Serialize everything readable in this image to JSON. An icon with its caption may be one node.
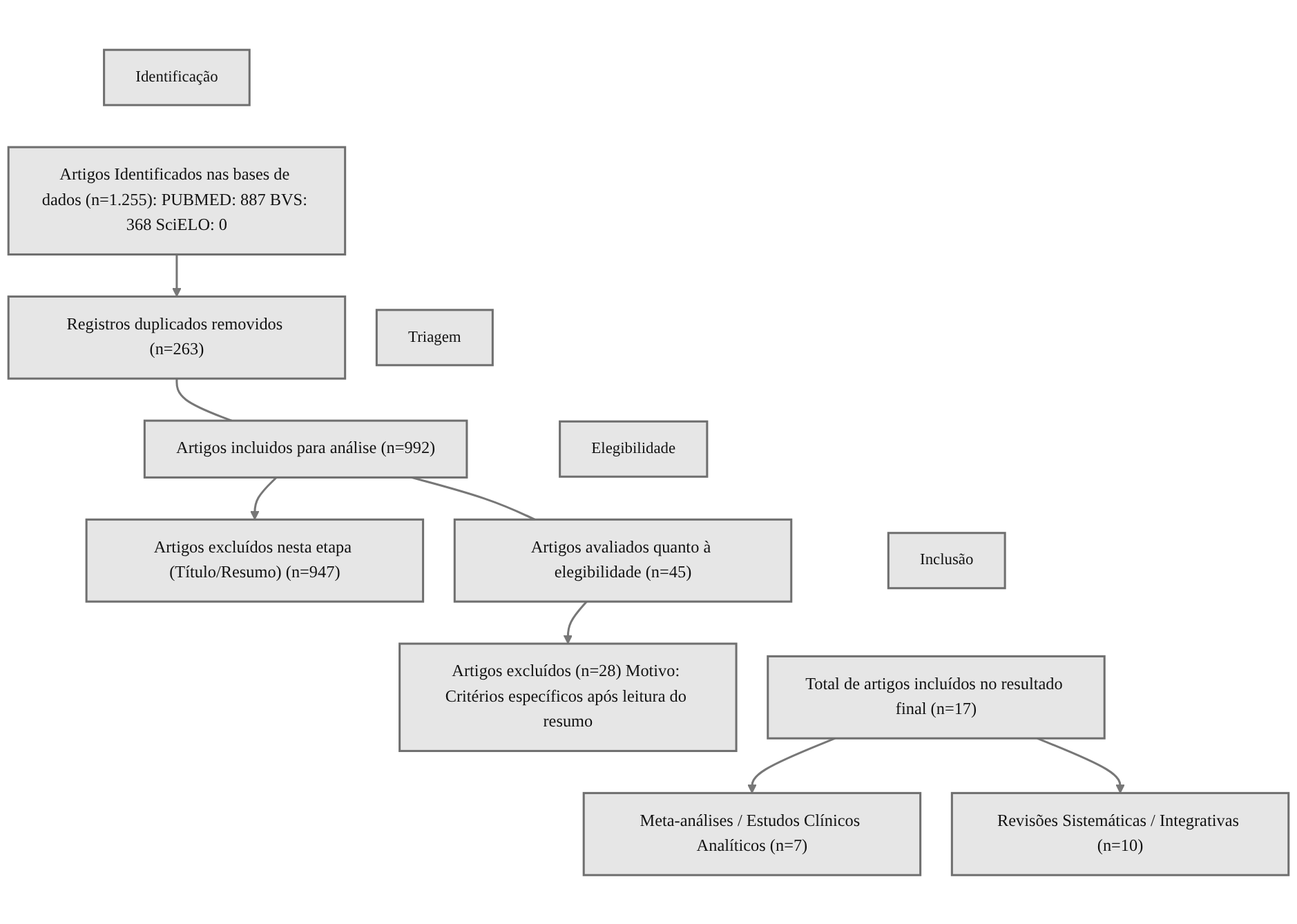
{
  "diagram": {
    "nodes": [
      {
        "text": [
          "Identificação"
        ]
      },
      {
        "text": [
          "Artigos Identificados nas bases de dados (n=1.255): PUBMED: 887 BVS: 368 SciELO: 0"
        ]
      },
      {
        "text": [
          "Registros duplicados removidos (n=263)"
        ]
      },
      {
        "text": [
          "Triagem"
        ]
      },
      {
        "text": [
          "Artigos incluidos para análise (n=992)"
        ]
      },
      {
        "text": [
          "Artigos excluídos nesta etapa (Título/Resumo) (n=947)"
        ]
      },
      {
        "text": [
          "Elegibilidade"
        ]
      },
      {
        "text": [
          "Artigos avaliados quanto à elegibilidade (n=45)"
        ]
      },
      {
        "text": [
          "Artigos excluídos (n=28) Motivo: Critérios específicos após leitura do resumo"
        ]
      },
      {
        "text": [
          "Inclusão"
        ]
      },
      {
        "text": [
          "Total de artigos incluídos no resultado final (n=17)"
        ]
      },
      {
        "text": [
          "Meta-análises / Estudos Clínicos Analíticos (n=7)"
        ]
      },
      {
        "text": [
          "Revisões Sistemáticas / Integrativas (n=10)"
        ]
      }
    ],
    "edges": [
      {
        "from": 1,
        "to": 2,
        "arrow": "to"
      },
      {
        "from": 2,
        "to": 4,
        "arrow": "none"
      },
      {
        "from": 4,
        "to": 5,
        "arrow": "to"
      },
      {
        "from": 4,
        "to": 7,
        "arrow": "none"
      },
      {
        "from": 7,
        "to": 8,
        "arrow": "to"
      },
      {
        "from": 10,
        "to": 11,
        "arrow": "to"
      },
      {
        "from": 10,
        "to": 12,
        "arrow": "to"
      }
    ]
  }
}
